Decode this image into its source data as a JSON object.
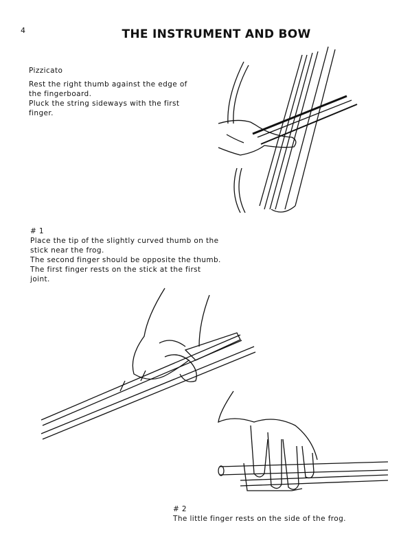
{
  "page_number": "4",
  "title": "THE INSTRUMENT AND BOW",
  "pizzicato": {
    "heading": "Pizzicato",
    "lines": [
      "Rest the right thumb against the edge of the fingerboard.",
      "Pluck the string sideways with the first finger."
    ]
  },
  "section1": {
    "number": "# 1",
    "lines": [
      "Place the tip of the slightly curved thumb on the stick near the frog.",
      "The second finger should be opposite the thumb.",
      "The first finger rests on the stick at the first joint."
    ]
  },
  "section2": {
    "number": "# 2",
    "lines": [
      "The little finger rests on the side of the frog."
    ]
  }
}
